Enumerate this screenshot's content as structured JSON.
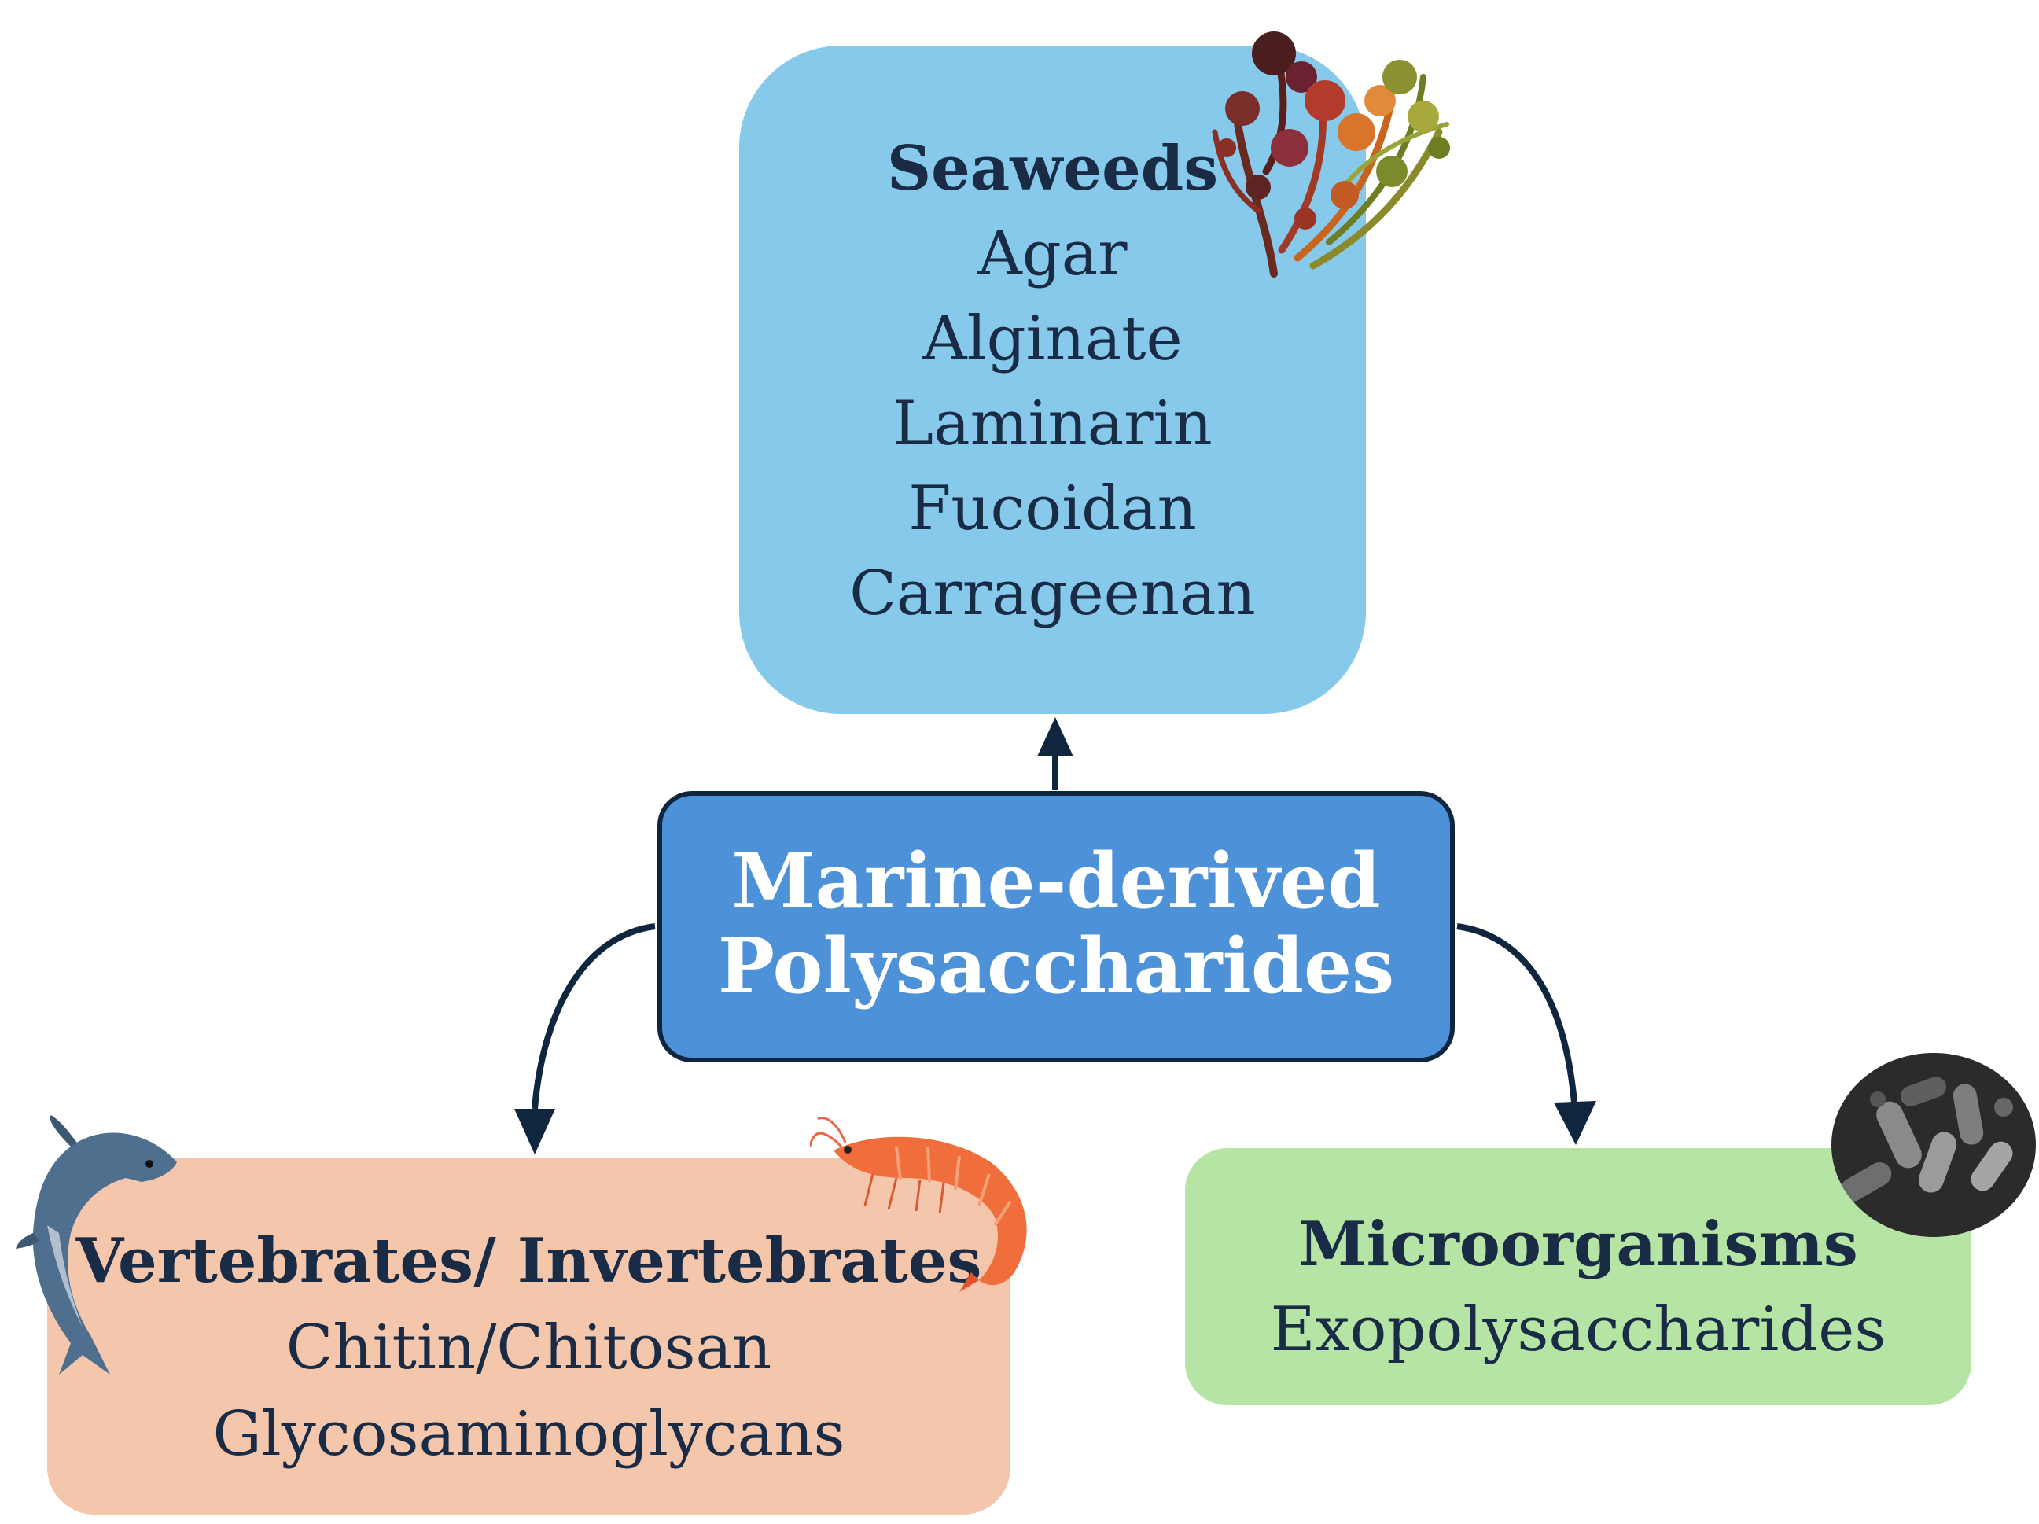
{
  "diagram": {
    "center": {
      "line1": "Marine-derived",
      "line2": "Polysaccharides",
      "fill": "#4d92d8",
      "border": "#10263f"
    },
    "seaweeds": {
      "title": "Seaweeds",
      "items": [
        "Agar",
        "Alginate",
        "Laminarin",
        "Fucoidan",
        "Carrageenan"
      ],
      "fill": "#86c9ea",
      "icon": "seaweed-icon"
    },
    "vertebrates": {
      "title": "Vertebrates/ Invertebrates",
      "items": [
        "Chitin/Chitosan",
        "Glycosaminoglycans"
      ],
      "fill": "#f4c6ab",
      "icons": [
        "dolphin-icon",
        "shrimp-icon"
      ]
    },
    "microorganisms": {
      "title": "Microorganisms",
      "items": [
        "Exopolysaccharides"
      ],
      "fill": "#b5e4a4",
      "icon": "bacteria-micrograph-icon"
    },
    "arrow_color": "#10263f"
  }
}
